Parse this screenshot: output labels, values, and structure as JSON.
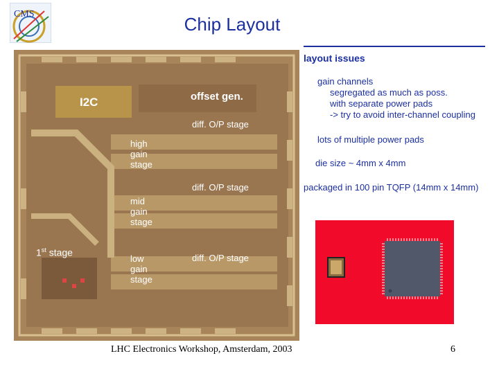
{
  "title": "Chip Layout",
  "issues_heading": "layout issues",
  "notes": {
    "gain_line1": "gain channels",
    "gain_line2": "segregated as much as poss.",
    "gain_line3": "with separate power pads",
    "gain_line4": "-> try to avoid inter-channel coupling",
    "pads": "lots of multiple power pads",
    "die_size": "die size ~ 4mm x 4mm",
    "package": "packaged in 100 pin TQFP (14mm x 14mm)"
  },
  "die_labels": {
    "i2c": "I2C",
    "offset": "offset gen.",
    "diff1": "diff. O/P stage",
    "high1": "high",
    "high2": "gain",
    "high3": "stage",
    "diff2": "diff. O/P stage",
    "mid1": "mid",
    "mid2": "gain",
    "mid3": "stage",
    "first": "1",
    "first_sup": "st",
    "first_rest": " stage",
    "low1": "low",
    "low2": "gain",
    "low3": "stage",
    "diff3": "diff. O/P stage"
  },
  "footer": "LHC Electronics Workshop, Amsterdam, 2003",
  "page_number": "6",
  "colors": {
    "title_blue": "#1b2fa0",
    "die_base": "#a8845a",
    "package_bg": "#f20a2a",
    "package_chip": "#50586a"
  }
}
